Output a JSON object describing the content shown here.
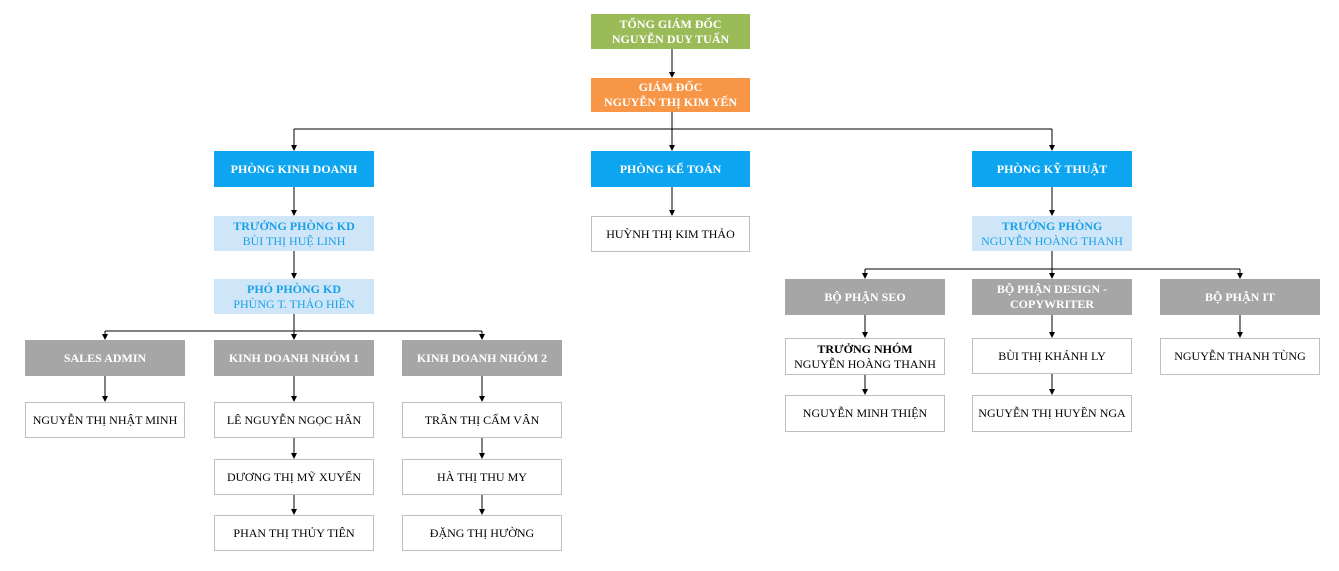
{
  "org": {
    "ceo": {
      "title": "TỔNG GIÁM ĐỐC",
      "name": "NGUYỄN DUY  TUẤN"
    },
    "director": {
      "title": "GIÁM ĐỐC",
      "name": "NGUYỄN THỊ KIM YẾN"
    },
    "departments": {
      "sales": {
        "label": "PHÒNG KINH DOANH",
        "head": {
          "title": "TRƯỞNG PHÒNG KD",
          "name": "BÙI THỊ HUỆ LINH"
        },
        "deputy": {
          "title": "PHÓ PHÒNG KD",
          "name": "PHÙNG T. THẢO HIỀN"
        },
        "teams": [
          {
            "label": "SALES ADMIN",
            "members": [
              "NGUYỄN THỊ NHẬT MINH"
            ]
          },
          {
            "label": "KINH DOANH NHÓM 1",
            "members": [
              "LÊ NGUYỄN NGỌC HÂN",
              "DƯƠNG THỊ MỸ XUYẾN",
              "PHAN THỊ THỦY TIÊN"
            ]
          },
          {
            "label": "KINH DOANH NHÓM 2",
            "members": [
              "TRẦN THỊ CẨM VÂN",
              "HÀ THỊ THU MY",
              "ĐẶNG THỊ HƯỜNG"
            ]
          }
        ]
      },
      "accounting": {
        "label": "PHÒNG KẾ TOÁN",
        "members": [
          "HUỲNH THỊ KIM THẢO"
        ]
      },
      "technical": {
        "label": "PHÒNG KỸ THUẬT",
        "head": {
          "title": "TRƯỞNG PHÒNG",
          "name": "NGUYỄN HOÀNG THANH"
        },
        "units": [
          {
            "label": "BỘ PHẬN SEO",
            "lead": {
              "title": "TRƯỞNG NHÓM",
              "name": "NGUYỄN HOÀNG THANH"
            },
            "members": [
              "NGUYỄN MINH THIỆN"
            ]
          },
          {
            "label_line1": "BỘ PHẬN DESIGN -",
            "label_line2": "COPYWRITER",
            "members": [
              "BÙI THỊ KHÁNH LY",
              "NGUYỄN THỊ HUYỀN NGA"
            ]
          },
          {
            "label": "BỘ PHẬN IT",
            "members": [
              "NGUYỄN THANH TÙNG"
            ]
          }
        ]
      }
    },
    "colors": {
      "ceo": "#9bbb59",
      "director": "#f79646",
      "department": "#0ea5f0",
      "manager": "#cfe6f8",
      "team": "#a6a6a6",
      "member": "#ffffff",
      "connector": "#000000"
    }
  }
}
